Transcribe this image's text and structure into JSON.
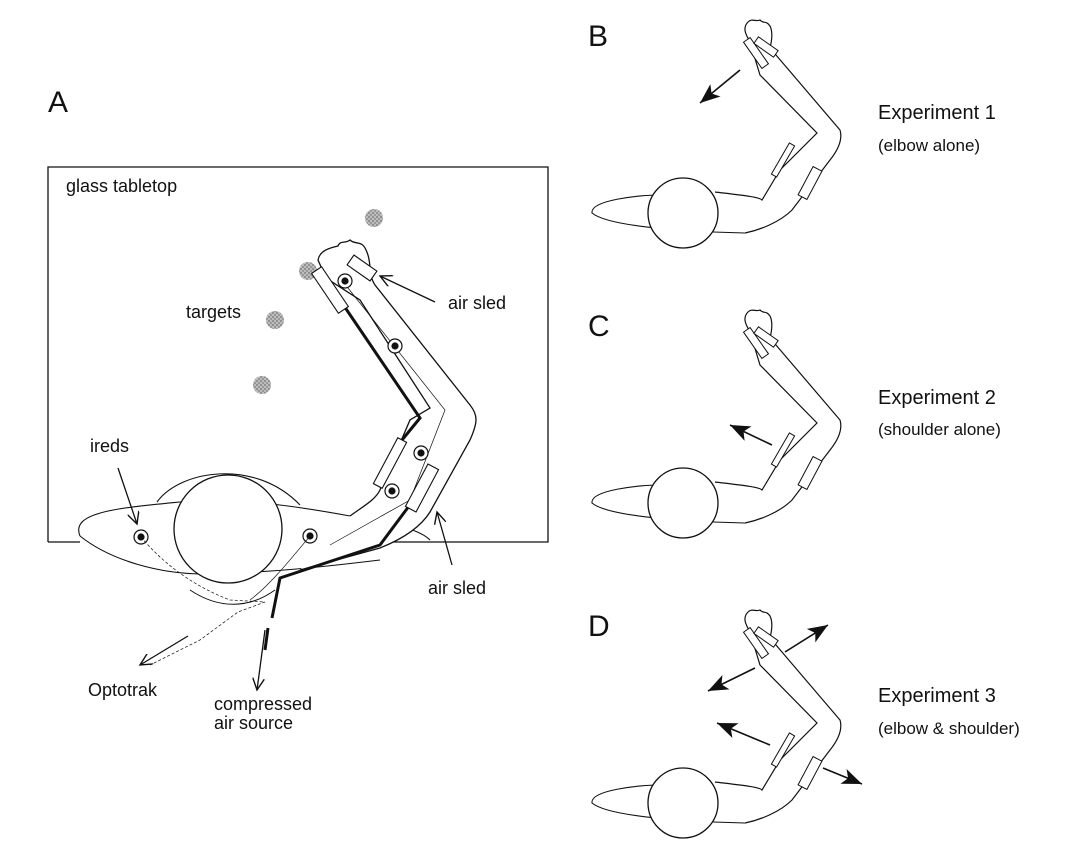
{
  "figure": {
    "panels": [
      {
        "id": "A",
        "letter": "A",
        "labels": {
          "tabletop": "glass tabletop",
          "targets": "targets",
          "air_sled_top": "air sled",
          "air_sled_bottom": "air sled",
          "ireds": "ireds",
          "optotrak": "Optotrak",
          "air_source_line1": "compressed",
          "air_source_line2": "air source"
        },
        "target_count": 4,
        "ired_count": 6
      },
      {
        "id": "B",
        "letter": "B",
        "title": "Experiment 1",
        "subtitle": "(elbow alone)",
        "perturbation_arrows": 1
      },
      {
        "id": "C",
        "letter": "C",
        "title": "Experiment 2",
        "subtitle": "(shoulder alone)",
        "perturbation_arrows": 1
      },
      {
        "id": "D",
        "letter": "D",
        "title": "Experiment 3",
        "subtitle": "(elbow & shoulder)",
        "perturbation_arrows": 4
      }
    ]
  },
  "colors": {
    "ink": "#111111",
    "target_fill": "#9a9a9a",
    "background": "#ffffff"
  }
}
